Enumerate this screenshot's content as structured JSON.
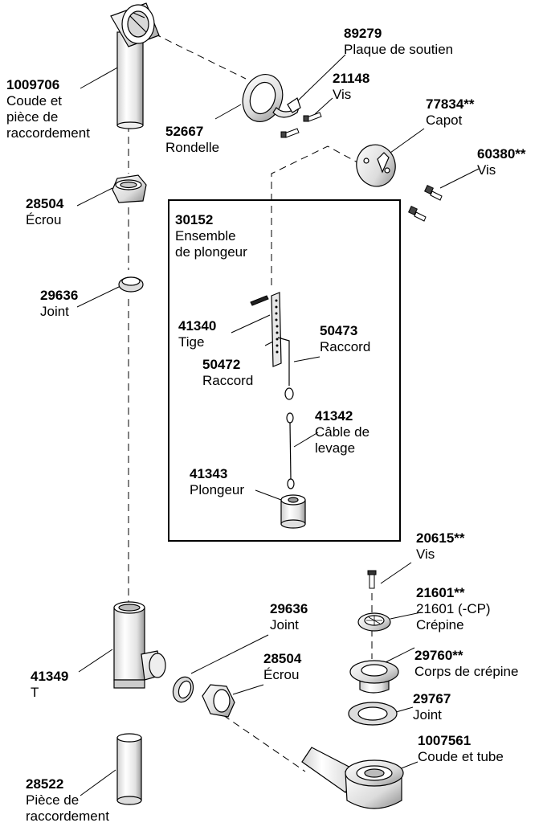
{
  "parts": {
    "p1009706": {
      "number": "1009706",
      "desc_lines": [
        "Coude et",
        "pièce de",
        "raccordement"
      ]
    },
    "p89279": {
      "number": "89279",
      "desc_lines": [
        "Plaque de soutien"
      ]
    },
    "p21148": {
      "number": "21148",
      "desc_lines": [
        "Vis"
      ]
    },
    "p77834": {
      "number": "77834**",
      "desc_lines": [
        "Capot"
      ]
    },
    "p52667": {
      "number": "52667",
      "desc_lines": [
        "Rondelle"
      ]
    },
    "p60380": {
      "number": "60380**",
      "desc_lines": [
        "Vis"
      ]
    },
    "p28504a": {
      "number": "28504",
      "desc_lines": [
        "Écrou"
      ]
    },
    "p30152": {
      "number": "30152",
      "desc_lines": [
        "Ensemble",
        "de plongeur"
      ]
    },
    "p29636a": {
      "number": "29636",
      "desc_lines": [
        "Joint"
      ]
    },
    "p41340": {
      "number": "41340",
      "desc_lines": [
        "Tige"
      ]
    },
    "p50473": {
      "number": "50473",
      "desc_lines": [
        "Raccord"
      ]
    },
    "p50472": {
      "number": "50472",
      "desc_lines": [
        "Raccord"
      ]
    },
    "p41342": {
      "number": "41342",
      "desc_lines": [
        "Câble de",
        "levage"
      ]
    },
    "p41343": {
      "number": "41343",
      "desc_lines": [
        "Plongeur"
      ]
    },
    "p20615": {
      "number": "20615**",
      "desc_lines": [
        "Vis"
      ]
    },
    "p21601": {
      "number": "21601**",
      "desc_lines": [
        "21601 (-CP)",
        "Crépine"
      ]
    },
    "p29636b": {
      "number": "29636",
      "desc_lines": [
        "Joint"
      ]
    },
    "p28504b": {
      "number": "28504",
      "desc_lines": [
        "Écrou"
      ]
    },
    "p29760": {
      "number": "29760**",
      "desc_lines": [
        "Corps de crépine"
      ]
    },
    "p41349": {
      "number": "41349",
      "desc_lines": [
        "T"
      ]
    },
    "p29767": {
      "number": "29767",
      "desc_lines": [
        "Joint"
      ]
    },
    "p1007561": {
      "number": "1007561",
      "desc_lines": [
        "Coude et tube"
      ]
    },
    "p28522": {
      "number": "28522",
      "desc_lines": [
        "Pièce de",
        "raccordement"
      ]
    }
  }
}
